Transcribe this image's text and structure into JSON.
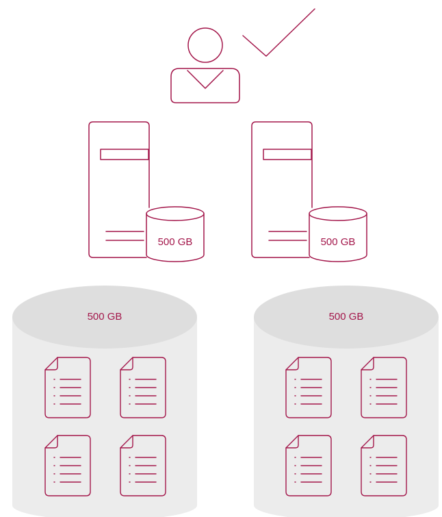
{
  "colors": {
    "accent": "#a3164a",
    "cylinder_fill": "#ececec",
    "cylinder_top": "#dedede",
    "background": "#ffffff"
  },
  "user": {
    "icon": "user-icon",
    "status_icon": "checkmark-icon"
  },
  "servers": [
    {
      "icon": "server-icon",
      "disk_icon": "database-icon",
      "capacity": "500 GB"
    },
    {
      "icon": "server-icon",
      "disk_icon": "database-icon",
      "capacity": "500 GB"
    }
  ],
  "storage": [
    {
      "capacity": "500 GB",
      "files": [
        "document-icon",
        "document-icon",
        "document-icon",
        "document-icon"
      ]
    },
    {
      "capacity": "500 GB",
      "files": [
        "document-icon",
        "document-icon",
        "document-icon",
        "document-icon"
      ]
    }
  ]
}
